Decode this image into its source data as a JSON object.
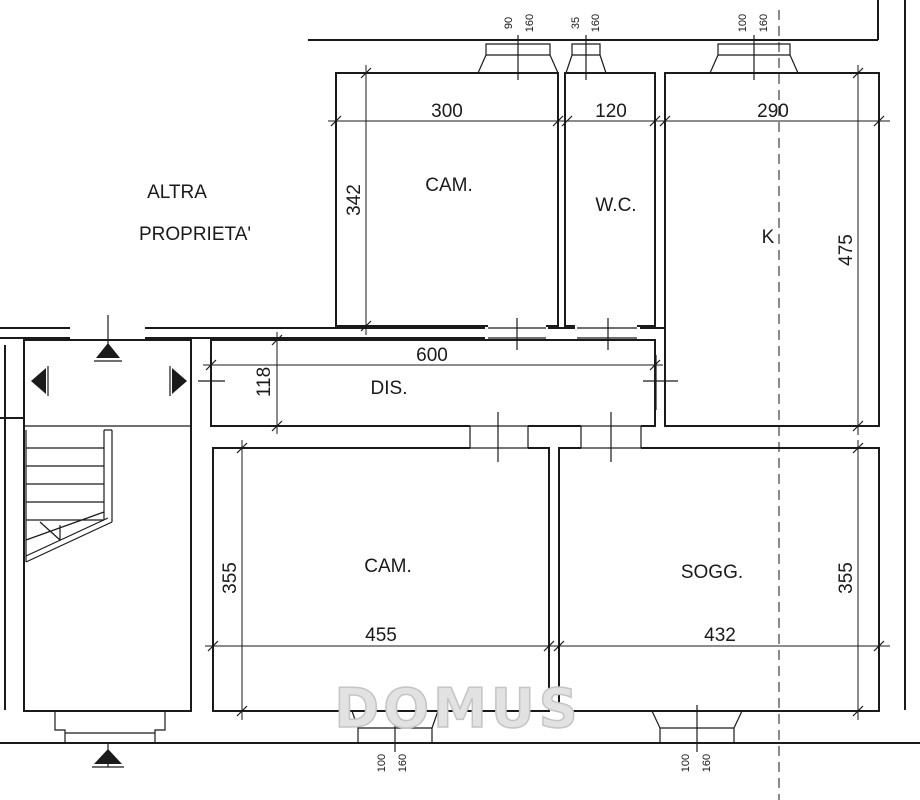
{
  "labels": {
    "altra_line1": "ALTRA",
    "altra_line2": "PROPRIETA'",
    "cam_top": "CAM.",
    "wc": "W.C.",
    "k": "K",
    "dis": "DIS.",
    "cam_bottom": "CAM.",
    "sogg": "SOGG."
  },
  "dimensions": {
    "cam_top_width": "300",
    "cam_top_height": "342",
    "wc_width": "120",
    "k_width": "290",
    "k_height": "475",
    "dis_width": "600",
    "dis_height": "118",
    "cam_bottom_width": "455",
    "cam_bottom_height": "355",
    "sogg_width": "432",
    "sogg_height": "355"
  },
  "windows": {
    "cam_top": {
      "width": "90",
      "height": "160"
    },
    "wc": {
      "width": "35",
      "height": "160"
    },
    "k": {
      "width": "100",
      "height": "160"
    },
    "cam_bottom": {
      "width": "100",
      "height": "160"
    },
    "sogg": {
      "width": "100",
      "height": "160"
    }
  },
  "watermark": "DOMUS"
}
